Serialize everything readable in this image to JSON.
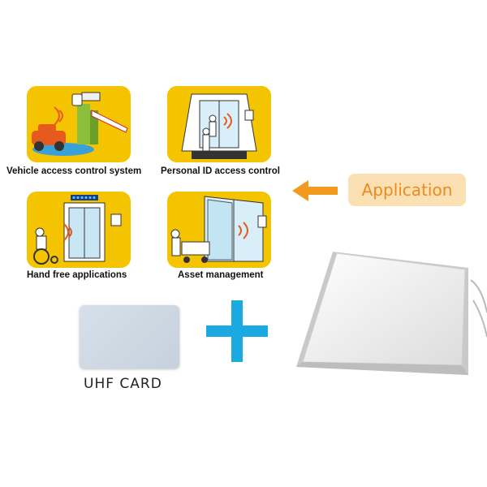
{
  "applications": [
    {
      "icon": "vehicle-barrier-icon",
      "caption": "Vehicle access control system"
    },
    {
      "icon": "door-access-icon",
      "caption": "Personal ID access control"
    },
    {
      "icon": "elevator-wheelchair-icon",
      "caption": "Hand free applications"
    },
    {
      "icon": "asset-cart-icon",
      "caption": "Asset management"
    }
  ],
  "application_badge": {
    "label": "Application",
    "arrow_icon": "arrow-left-icon"
  },
  "card": {
    "label": "UHF  CARD",
    "icon": "uhf-card-icon"
  },
  "plus": {
    "icon": "plus-icon"
  },
  "reader": {
    "icon": "uhf-reader-antenna-icon"
  },
  "colors": {
    "tile": "#f5c400",
    "badge_bg": "#fbe0b4",
    "badge_text": "#ee8a1c",
    "plus": "#1aa9e0"
  }
}
